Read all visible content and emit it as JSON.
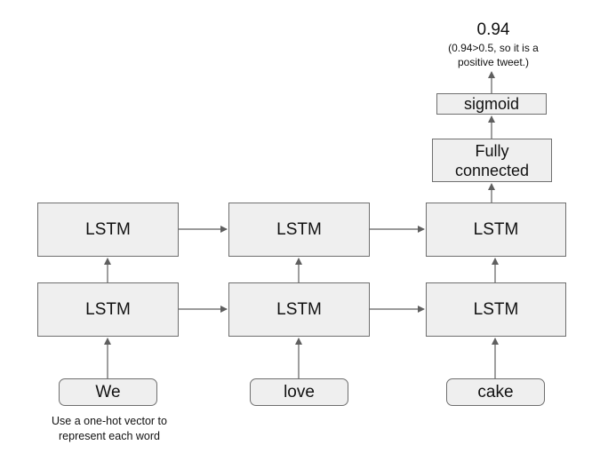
{
  "lstm_label": "LSTM",
  "words": [
    "We",
    "love",
    "cake"
  ],
  "fully_connected": {
    "line1": "Fully",
    "line2": "connected"
  },
  "sigmoid_label": "sigmoid",
  "output": {
    "value": "0.94",
    "note_line1": "(0.94>0.5, so it is a",
    "note_line2": "positive tweet.)"
  },
  "input_note": {
    "line1": "Use a one-hot vector to",
    "line2": "represent each word"
  },
  "colors": {
    "box_fill": "#efefef",
    "box_border": "#6f6f6f",
    "arrow": "#5f5f5f"
  }
}
